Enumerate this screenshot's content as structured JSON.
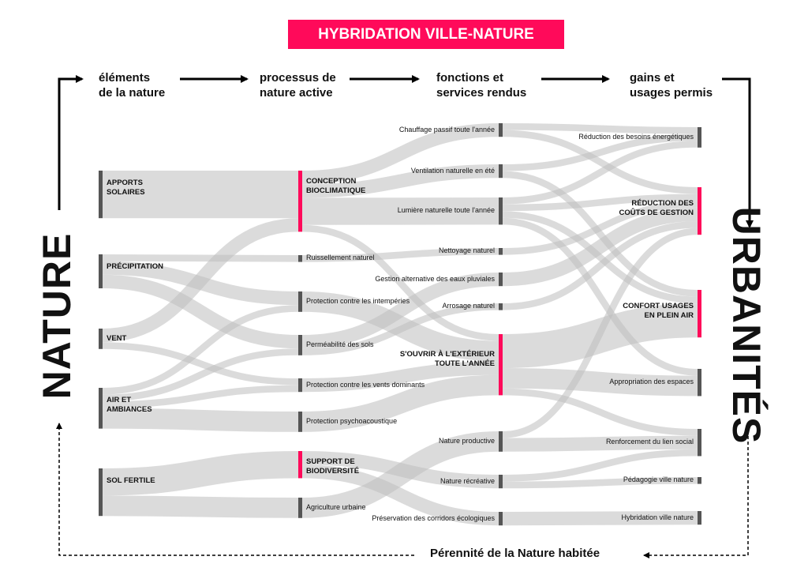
{
  "title": "HYBRIDATION VILLE-NATURE",
  "headers": [
    "éléments\nde la nature",
    "processus de\nnature active",
    "fonctions et\nservices rendus",
    "gains et\nusages permis"
  ],
  "left_label": "NATURE",
  "right_label": "URBANITÉS",
  "footer": "Pérennité de la Nature habitée",
  "colors": {
    "accent": "#ff0a5a",
    "bar": "#555555",
    "link": "#bdbdbd"
  },
  "nodes": [
    {
      "id": "apports",
      "label": "APPORTS\nSOLAIRES",
      "col": 0,
      "value": 7,
      "highlight": false,
      "bold": true
    },
    {
      "id": "precip",
      "label": "PRÉCIPITATION",
      "col": 0,
      "value": 5,
      "highlight": false,
      "bold": true
    },
    {
      "id": "vent",
      "label": "VENT",
      "col": 0,
      "value": 3,
      "highlight": false,
      "bold": true
    },
    {
      "id": "air",
      "label": "AIR ET\nAMBIANCES",
      "col": 0,
      "value": 6,
      "highlight": false,
      "bold": true
    },
    {
      "id": "sol",
      "label": "SOL FERTILE",
      "col": 0,
      "value": 7,
      "highlight": false,
      "bold": true
    },
    {
      "id": "concep",
      "label": "CONCEPTION\nBIOCLIMATIQUE",
      "col": 1,
      "value": 9,
      "highlight": true,
      "bold": true
    },
    {
      "id": "ruiss",
      "label": "Ruissellement naturel",
      "col": 1,
      "value": 1,
      "highlight": false,
      "bold": false
    },
    {
      "id": "intemp",
      "label": "Protection contre les intempéries",
      "col": 1,
      "value": 3,
      "highlight": false,
      "bold": false
    },
    {
      "id": "perm",
      "label": "Perméabilité des sols",
      "col": 1,
      "value": 3,
      "highlight": false,
      "bold": false
    },
    {
      "id": "ventsdom",
      "label": "Protection contre les vents dominants",
      "col": 1,
      "value": 2,
      "highlight": false,
      "bold": false
    },
    {
      "id": "psycho",
      "label": "Protection psychoacoustique",
      "col": 1,
      "value": 3,
      "highlight": false,
      "bold": false
    },
    {
      "id": "biodiv",
      "label": "SUPPORT DE\nBIODIVERSITÉ",
      "col": 1,
      "value": 4,
      "highlight": true,
      "bold": true
    },
    {
      "id": "agri",
      "label": "Agriculture urbaine",
      "col": 1,
      "value": 3,
      "highlight": false,
      "bold": false
    },
    {
      "id": "chauff",
      "label": "Chauffage passif toute l'année",
      "col": 2,
      "value": 2,
      "highlight": false,
      "bold": false
    },
    {
      "id": "ventil",
      "label": "Ventilation naturelle en été",
      "col": 2,
      "value": 2,
      "highlight": false,
      "bold": false
    },
    {
      "id": "lumiere",
      "label": "Lumière naturelle toute l'année",
      "col": 2,
      "value": 4,
      "highlight": false,
      "bold": false
    },
    {
      "id": "nettoy",
      "label": "Nettoyage naturel",
      "col": 2,
      "value": 1,
      "highlight": false,
      "bold": false
    },
    {
      "id": "gestion",
      "label": "Gestion alternative des eaux pluviales",
      "col": 2,
      "value": 2,
      "highlight": false,
      "bold": false
    },
    {
      "id": "arros",
      "label": "Arrosage naturel",
      "col": 2,
      "value": 1,
      "highlight": false,
      "bold": false
    },
    {
      "id": "ouvrir",
      "label": "S'OUVRIR À L'EXTÉRIEUR\nTOUTE L'ANNÉE",
      "col": 2,
      "value": 9,
      "highlight": true,
      "bold": true
    },
    {
      "id": "natprod",
      "label": "Nature productive",
      "col": 2,
      "value": 3,
      "highlight": false,
      "bold": false
    },
    {
      "id": "natrec",
      "label": "Nature récréative",
      "col": 2,
      "value": 2,
      "highlight": false,
      "bold": false
    },
    {
      "id": "preserv",
      "label": "Préservation des corridors écologiques",
      "col": 2,
      "value": 2,
      "highlight": false,
      "bold": false
    },
    {
      "id": "besoins",
      "label": "Réduction des besoins énergétiques",
      "col": 3,
      "value": 3,
      "highlight": false,
      "bold": false
    },
    {
      "id": "couts",
      "label": "RÉDUCTION DES\nCOÛTS DE GESTION",
      "col": 3,
      "value": 7,
      "highlight": true,
      "bold": true
    },
    {
      "id": "confort",
      "label": "CONFORT USAGES\nEN PLEIN AIR",
      "col": 3,
      "value": 7,
      "highlight": true,
      "bold": true
    },
    {
      "id": "approp",
      "label": "Appropriation des espaces",
      "col": 3,
      "value": 4,
      "highlight": false,
      "bold": false
    },
    {
      "id": "renfort",
      "label": "Renforcement du lien social",
      "col": 3,
      "value": 4,
      "highlight": false,
      "bold": false
    },
    {
      "id": "pedag",
      "label": "Pédagogie ville nature",
      "col": 3,
      "value": 1,
      "highlight": false,
      "bold": false
    },
    {
      "id": "hybrid",
      "label": "Hybridation ville nature",
      "col": 3,
      "value": 2,
      "highlight": false,
      "bold": false
    }
  ],
  "links": [
    {
      "source": "apports",
      "target": "concep",
      "value": 7
    },
    {
      "source": "vent",
      "target": "concep",
      "value": 2
    },
    {
      "source": "precip",
      "target": "ruiss",
      "value": 1
    },
    {
      "source": "precip",
      "target": "intemp",
      "value": 2
    },
    {
      "source": "precip",
      "target": "perm",
      "value": 2
    },
    {
      "source": "vent",
      "target": "ventsdom",
      "value": 1
    },
    {
      "source": "air",
      "target": "intemp",
      "value": 1
    },
    {
      "source": "air",
      "target": "perm",
      "value": 1
    },
    {
      "source": "air",
      "target": "ventsdom",
      "value": 1
    },
    {
      "source": "air",
      "target": "psycho",
      "value": 3
    },
    {
      "source": "sol",
      "target": "biodiv",
      "value": 4
    },
    {
      "source": "sol",
      "target": "agri",
      "value": 3
    },
    {
      "source": "concep",
      "target": "chauff",
      "value": 2
    },
    {
      "source": "concep",
      "target": "ventil",
      "value": 2
    },
    {
      "source": "concep",
      "target": "lumiere",
      "value": 4
    },
    {
      "source": "concep",
      "target": "ouvrir",
      "value": 1
    },
    {
      "source": "ruiss",
      "target": "nettoy",
      "value": 1
    },
    {
      "source": "intemp",
      "target": "ouvrir",
      "value": 3
    },
    {
      "source": "perm",
      "target": "gestion",
      "value": 2
    },
    {
      "source": "perm",
      "target": "arros",
      "value": 1
    },
    {
      "source": "ventsdom",
      "target": "ouvrir",
      "value": 2
    },
    {
      "source": "psycho",
      "target": "ouvrir",
      "value": 3
    },
    {
      "source": "biodiv",
      "target": "natrec",
      "value": 2
    },
    {
      "source": "biodiv",
      "target": "preserv",
      "value": 2
    },
    {
      "source": "agri",
      "target": "natprod",
      "value": 3
    },
    {
      "source": "chauff",
      "target": "besoins",
      "value": 1
    },
    {
      "source": "chauff",
      "target": "couts",
      "value": 1
    },
    {
      "source": "ventil",
      "target": "besoins",
      "value": 1
    },
    {
      "source": "ventil",
      "target": "confort",
      "value": 1
    },
    {
      "source": "lumiere",
      "target": "besoins",
      "value": 1
    },
    {
      "source": "lumiere",
      "target": "couts",
      "value": 1
    },
    {
      "source": "lumiere",
      "target": "confort",
      "value": 1
    },
    {
      "source": "lumiere",
      "target": "approp",
      "value": 1
    },
    {
      "source": "nettoy",
      "target": "couts",
      "value": 1
    },
    {
      "source": "gestion",
      "target": "couts",
      "value": 2
    },
    {
      "source": "arros",
      "target": "couts",
      "value": 1
    },
    {
      "source": "ouvrir",
      "target": "confort",
      "value": 5
    },
    {
      "source": "ouvrir",
      "target": "approp",
      "value": 3
    },
    {
      "source": "ouvrir",
      "target": "renfort",
      "value": 1
    },
    {
      "source": "natprod",
      "target": "couts",
      "value": 1
    },
    {
      "source": "natprod",
      "target": "renfort",
      "value": 2
    },
    {
      "source": "natrec",
      "target": "renfort",
      "value": 1
    },
    {
      "source": "natrec",
      "target": "pedag",
      "value": 1
    },
    {
      "source": "preserv",
      "target": "hybrid",
      "value": 2
    }
  ]
}
